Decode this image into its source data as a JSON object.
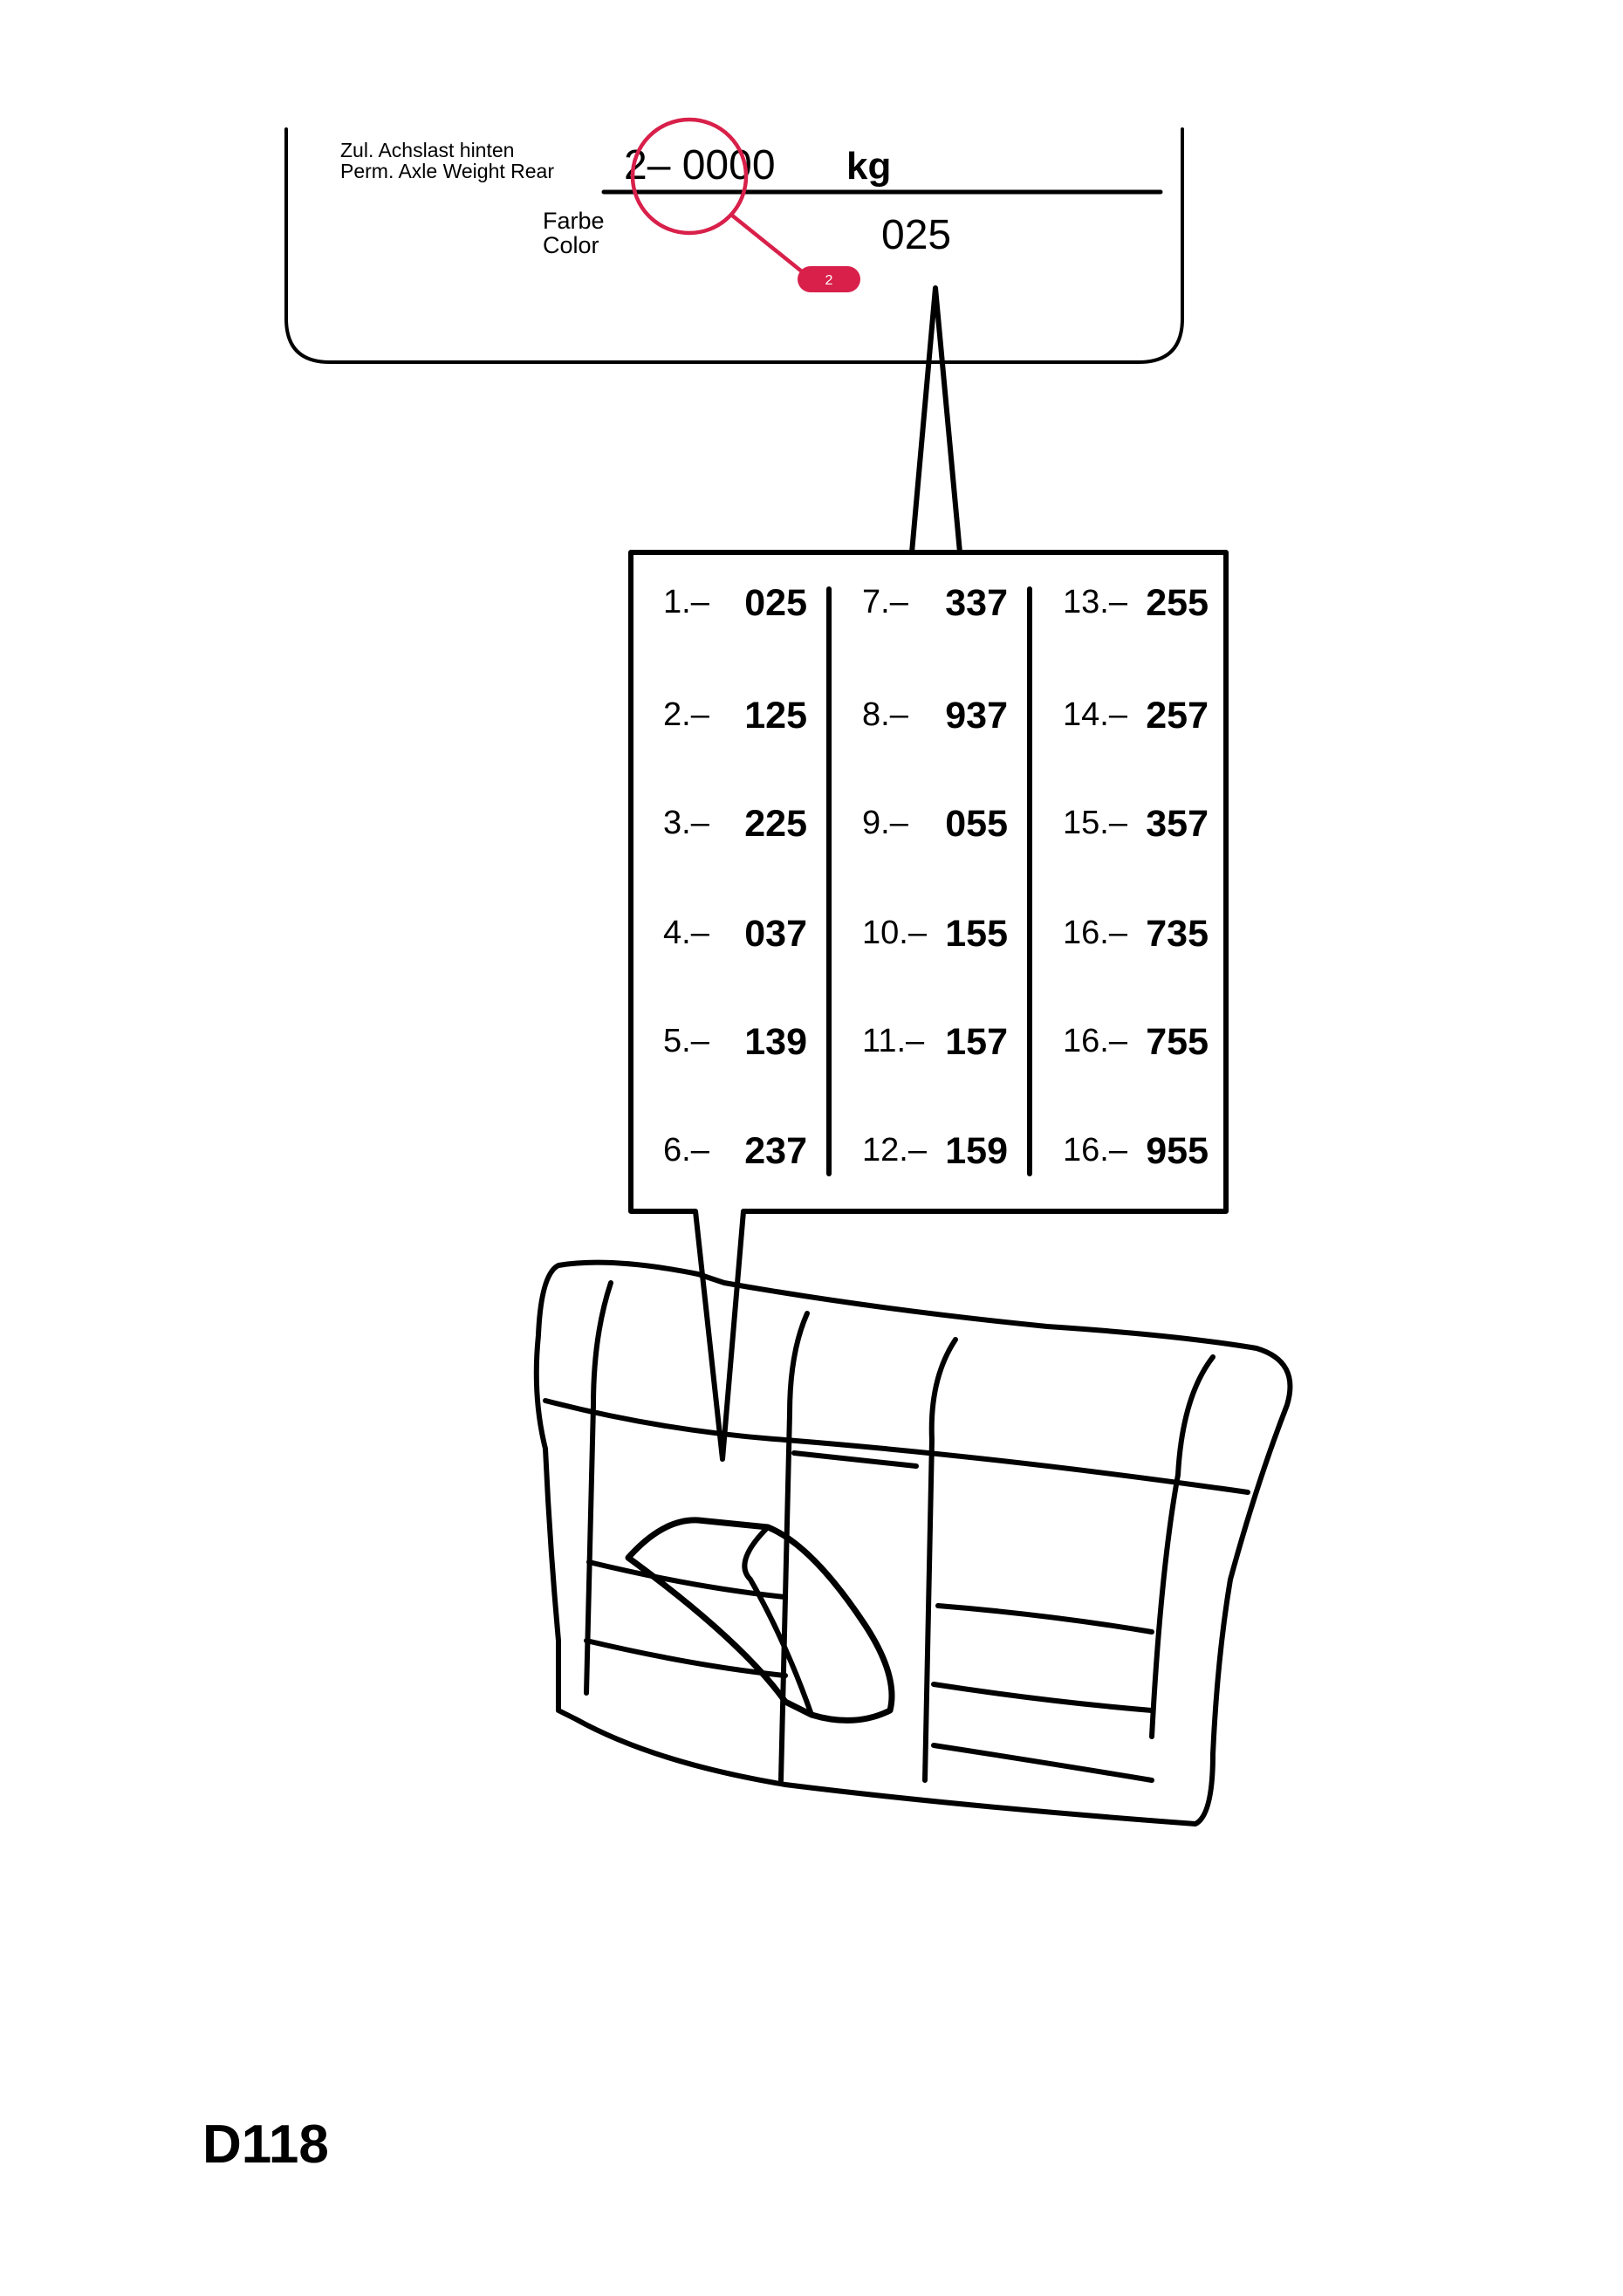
{
  "plate": {
    "axle_label_de": "Zul. Achslast hinten",
    "axle_label_en": "Perm. Axle Weight Rear",
    "axle_value": "2– 0000",
    "unit": "kg",
    "color_label_de": "Farbe",
    "color_label_en": "Color",
    "color_value": "025"
  },
  "callout": {
    "number": "2",
    "color": "#d8204a"
  },
  "colour_codes": {
    "columns": [
      [
        {
          "n": "1.–",
          "v": "025"
        },
        {
          "n": "2.–",
          "v": "125"
        },
        {
          "n": "3.–",
          "v": "225"
        },
        {
          "n": "4.–",
          "v": "037"
        },
        {
          "n": "5.–",
          "v": "139"
        },
        {
          "n": "6.–",
          "v": "237"
        }
      ],
      [
        {
          "n": "7.–",
          "v": "337"
        },
        {
          "n": "8.–",
          "v": "937"
        },
        {
          "n": "9.–",
          "v": "055"
        },
        {
          "n": "10.–",
          "v": "155"
        },
        {
          "n": "11.–",
          "v": "157"
        },
        {
          "n": "12.–",
          "v": "159"
        }
      ],
      [
        {
          "n": "13.–",
          "v": "255"
        },
        {
          "n": "14.–",
          "v": "257"
        },
        {
          "n": "15.–",
          "v": "357"
        },
        {
          "n": "16.–",
          "v": "735"
        },
        {
          "n": "16.–",
          "v": "755"
        },
        {
          "n": "16.–",
          "v": "955"
        }
      ]
    ]
  },
  "page_code": "D118"
}
